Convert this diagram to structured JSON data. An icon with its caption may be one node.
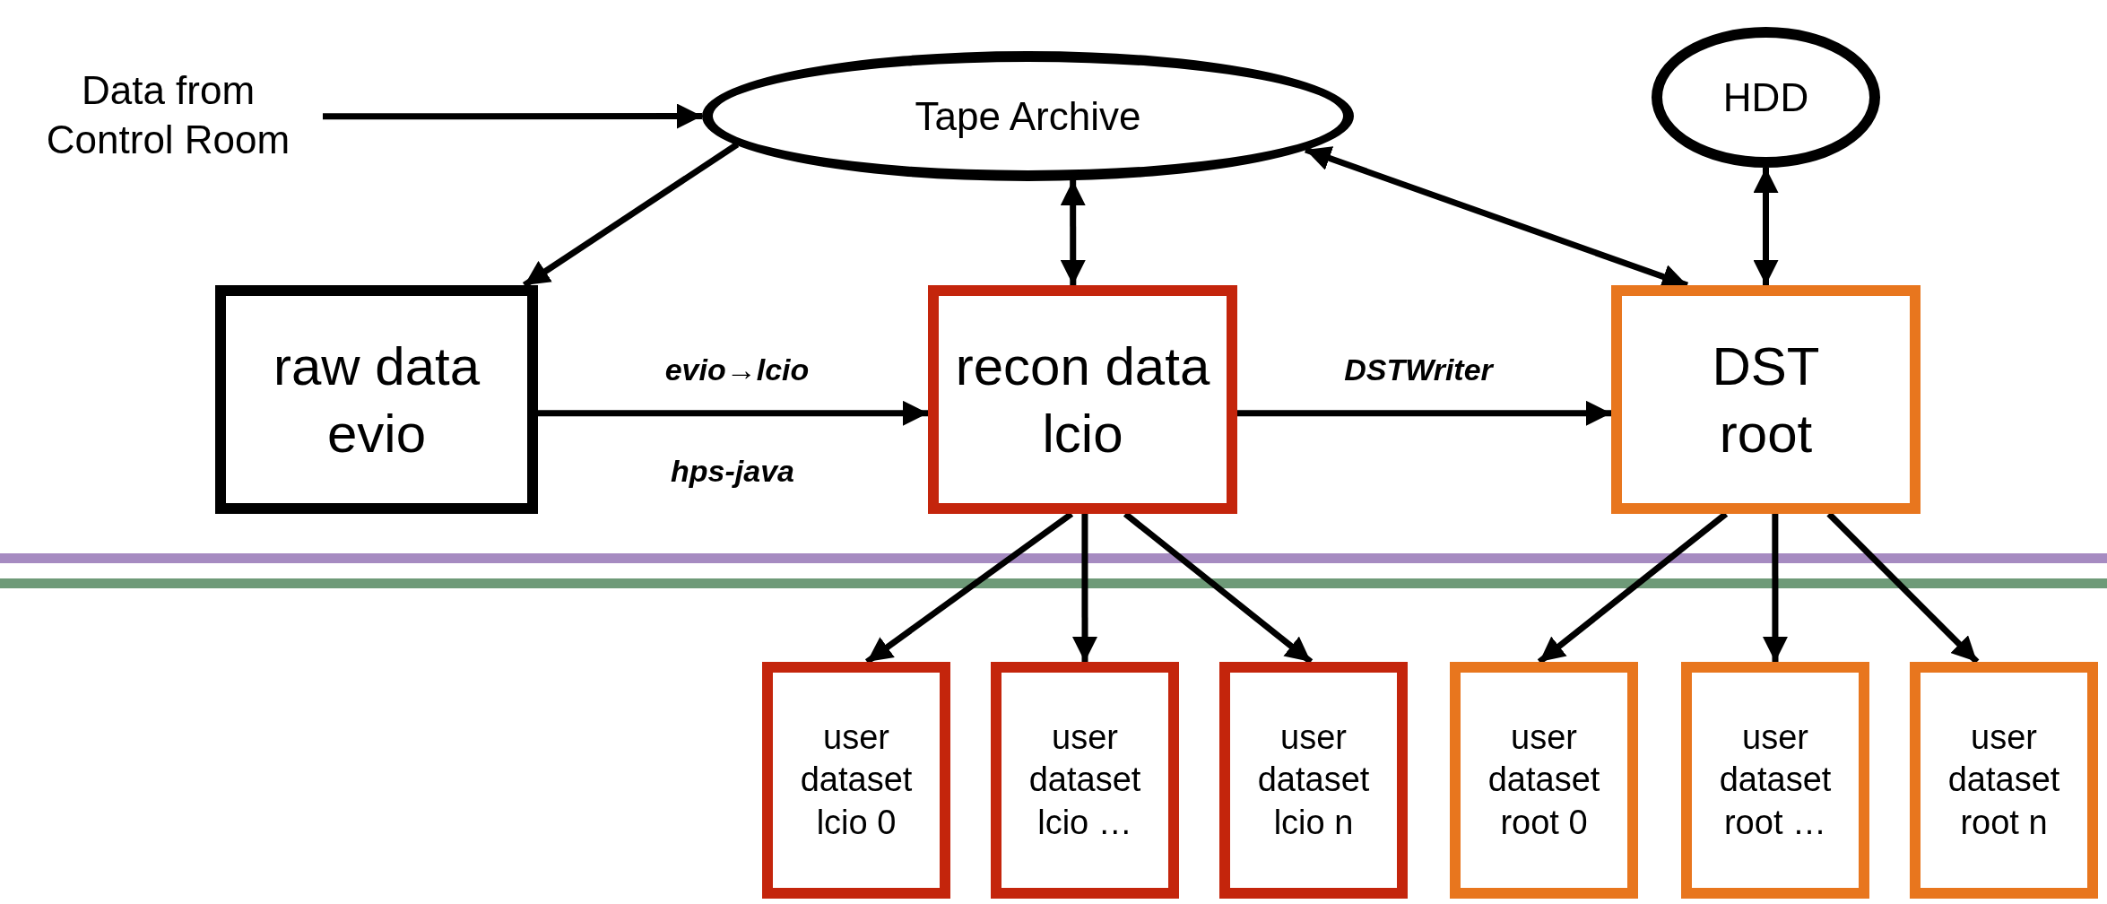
{
  "diagram": {
    "nodes": [
      {
        "text": [
          "Data from Control Room"
        ]
      },
      {
        "text": [
          "Tape Archive"
        ]
      },
      {
        "text": [
          "HDD"
        ]
      },
      {
        "text": [
          "raw data evio"
        ]
      },
      {
        "text": [
          "recon data lcio"
        ]
      },
      {
        "text": [
          "DST root"
        ]
      },
      {
        "text": [
          "user dataset lcio 0"
        ]
      },
      {
        "text": [
          "user dataset lcio …"
        ]
      },
      {
        "text": [
          "user dataset lcio n"
        ]
      },
      {
        "text": [
          "user dataset root 0"
        ]
      },
      {
        "text": [
          "user dataset root …"
        ]
      },
      {
        "text": [
          "user dataset root n"
        ]
      }
    ],
    "edges": [
      {
        "from": 0,
        "to": 1,
        "arrow": "to"
      },
      {
        "from": 1,
        "to": 3,
        "arrow": "to"
      },
      {
        "from": 3,
        "to": 4,
        "arrow": "to",
        "label": "evio→lcio"
      },
      {
        "from": 4,
        "to": 1,
        "arrow": "both"
      },
      {
        "from": 4,
        "to": 5,
        "arrow": "to",
        "label": "DSTWriter"
      },
      {
        "from": 1,
        "to": 5,
        "arrow": "both"
      },
      {
        "from": 2,
        "to": 5,
        "arrow": "both"
      },
      {
        "from": 4,
        "to": 6,
        "arrow": "to"
      },
      {
        "from": 4,
        "to": 7,
        "arrow": "to"
      },
      {
        "from": 4,
        "to": 8,
        "arrow": "to"
      },
      {
        "from": 5,
        "to": 9,
        "arrow": "to"
      },
      {
        "from": 5,
        "to": 10,
        "arrow": "to"
      },
      {
        "from": 5,
        "to": 11,
        "arrow": "to"
      }
    ],
    "labels": [
      "hps-java"
    ]
  }
}
